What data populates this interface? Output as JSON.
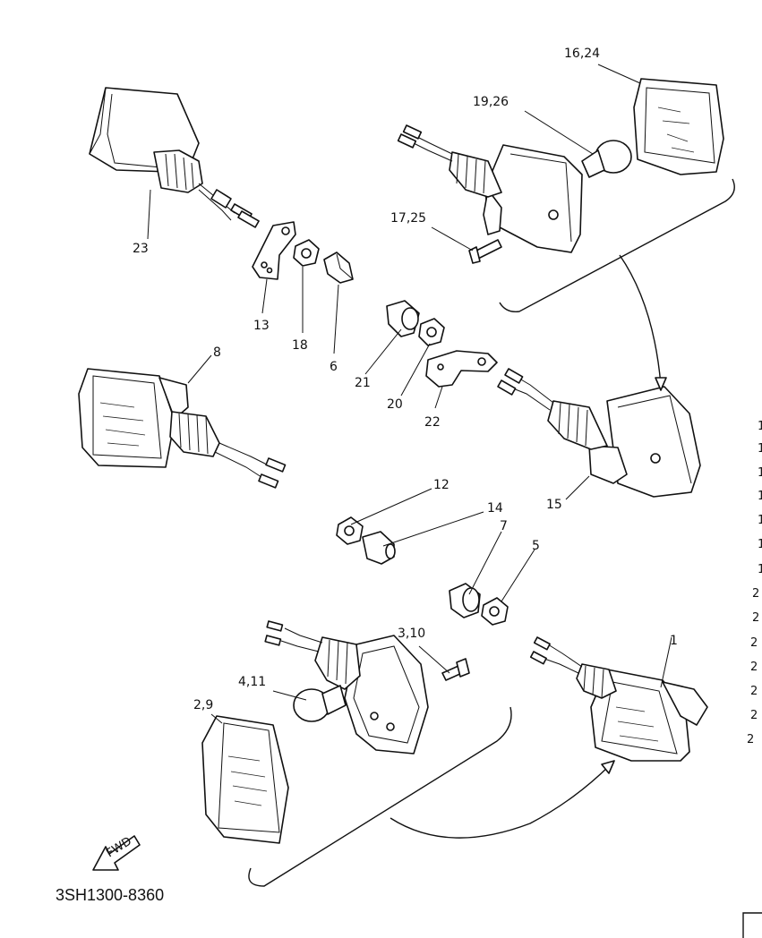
{
  "diagram": {
    "callouts": [
      {
        "id": "c23",
        "text": "23"
      },
      {
        "id": "c13",
        "text": "13"
      },
      {
        "id": "c18",
        "text": "18"
      },
      {
        "id": "c6",
        "text": "6"
      },
      {
        "id": "c8",
        "text": "8"
      },
      {
        "id": "c16_24",
        "text": "16,24"
      },
      {
        "id": "c19_26",
        "text": "19,26"
      },
      {
        "id": "c17_25",
        "text": "17,25"
      },
      {
        "id": "c21",
        "text": "21"
      },
      {
        "id": "c20",
        "text": "20"
      },
      {
        "id": "c22",
        "text": "22"
      },
      {
        "id": "c15",
        "text": "15"
      },
      {
        "id": "c12",
        "text": "12"
      },
      {
        "id": "c14",
        "text": "14"
      },
      {
        "id": "c7",
        "text": "7"
      },
      {
        "id": "c5",
        "text": "5"
      },
      {
        "id": "c3_10",
        "text": "3,10"
      },
      {
        "id": "c4_11",
        "text": "4,11"
      },
      {
        "id": "c2_9",
        "text": "2,9"
      },
      {
        "id": "c1",
        "text": "1"
      }
    ],
    "fwd_marker": "FWD",
    "diagram_code": "3SH1300-8360",
    "edge_numbers": [
      "1",
      "1",
      "1",
      "1",
      "1",
      "1",
      "1",
      "2",
      "2",
      "2",
      "2",
      "2",
      "2",
      "2"
    ]
  }
}
